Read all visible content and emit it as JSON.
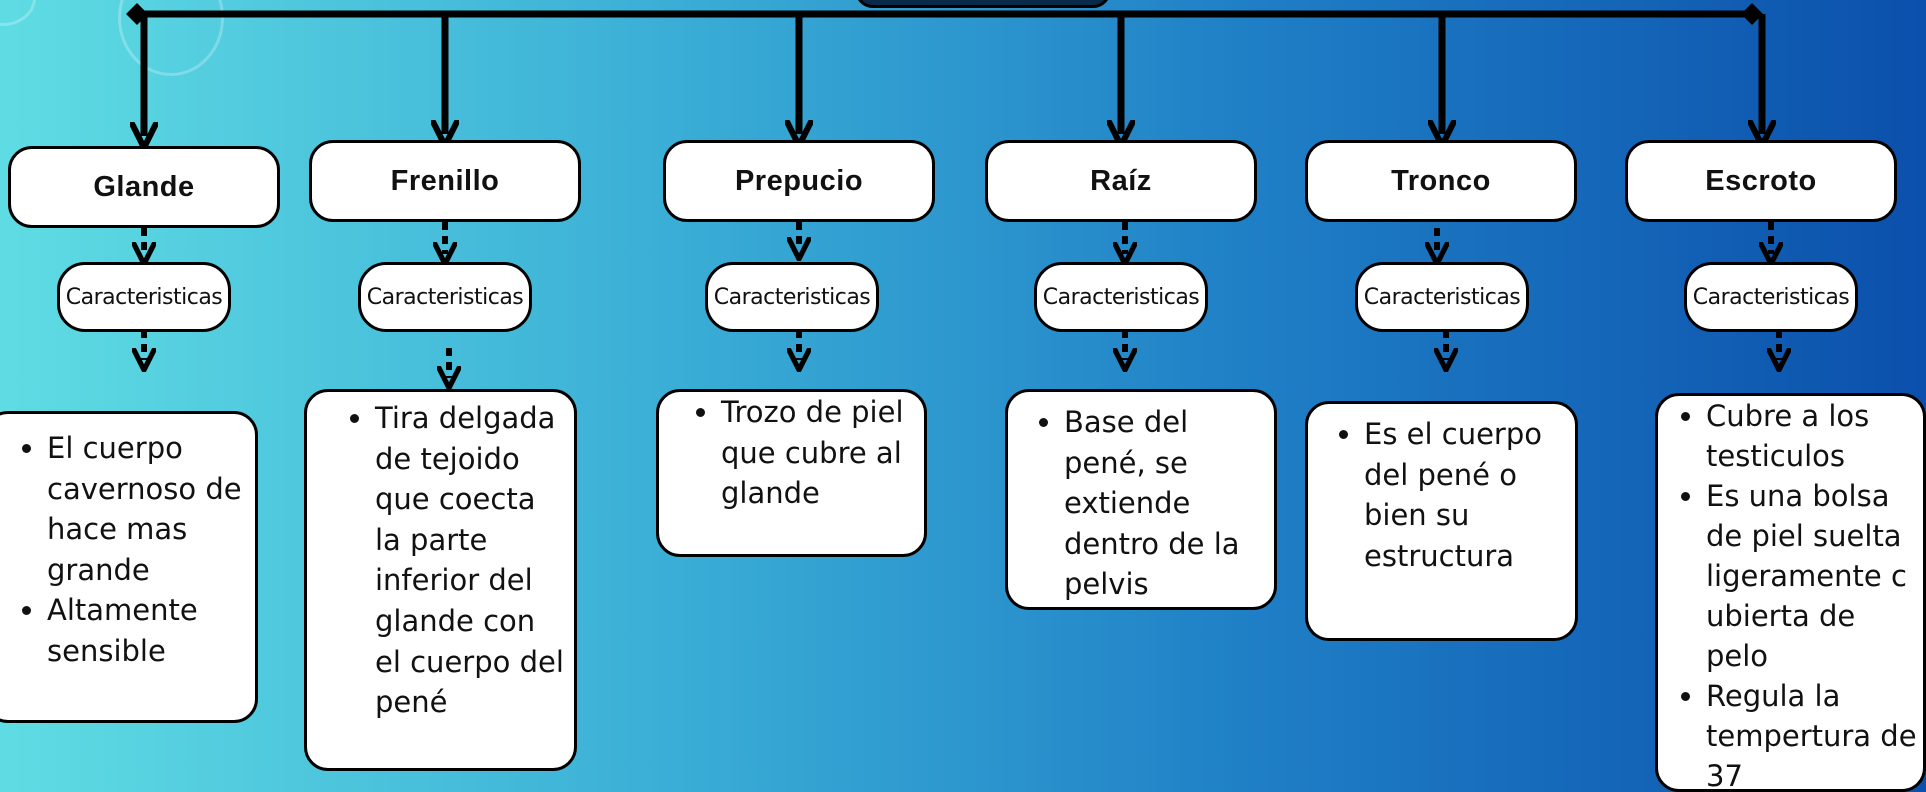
{
  "columns": [
    {
      "title": "Glande",
      "subtitle": "Caracteristicas",
      "items": [
        "El cuerpo cavernoso de hace mas grande",
        "Altamente sensible"
      ]
    },
    {
      "title": "Frenillo",
      "subtitle": "Caracteristicas",
      "items": [
        "Tira delgada de tejoido que coecta la parte inferior del glande con el cuerpo del pené"
      ]
    },
    {
      "title": "Prepucio",
      "subtitle": "Caracteristicas",
      "items": [
        "Trozo de piel que cubre al glande"
      ]
    },
    {
      "title": "Raíz",
      "subtitle": "Caracteristicas",
      "items": [
        "Base del pené, se extiende dentro de la pelvis"
      ]
    },
    {
      "title": "Tronco",
      "subtitle": "Caracteristicas",
      "items": [
        "Es el cuerpo del pené o bien su estructura"
      ]
    },
    {
      "title": "Escroto",
      "subtitle": "Caracteristicas",
      "items": [
        "Cubre a los testiculos",
        "Es una bolsa de piel suelta ligeramente c ubierta de pelo",
        "Regula la tempertura de 37"
      ]
    }
  ]
}
